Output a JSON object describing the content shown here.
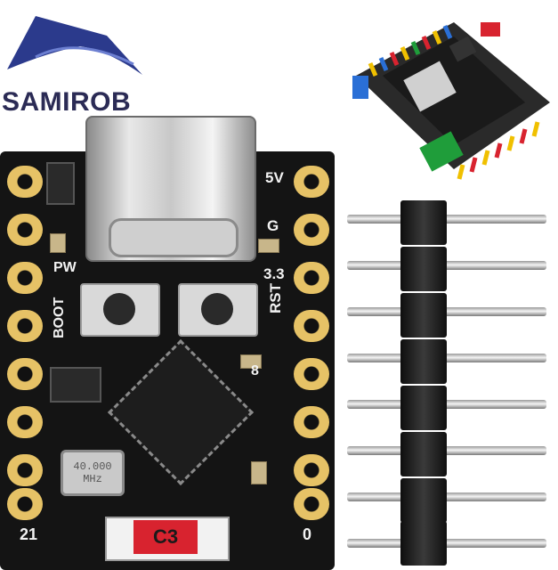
{
  "brand": {
    "name": "SAMIROB"
  },
  "board_labels": {
    "v5": "5V",
    "gnd": "G",
    "v33": "3.3",
    "rst": "RST",
    "pw": "PW",
    "boot": "BOOT",
    "pin8": "8",
    "pin21": "21",
    "pin0": "0"
  },
  "crystal": {
    "line1": "40.000",
    "line2": "MHz"
  },
  "antenna_label": "C3",
  "colors": {
    "board": "#141414",
    "pad_gold": "#e6c266",
    "logo_blue": "#2b3a8c",
    "antenna_red": "#d8232f"
  },
  "icons": [
    "brand-logo-icon",
    "usb-c-connector-icon",
    "pin-header-icon"
  ]
}
